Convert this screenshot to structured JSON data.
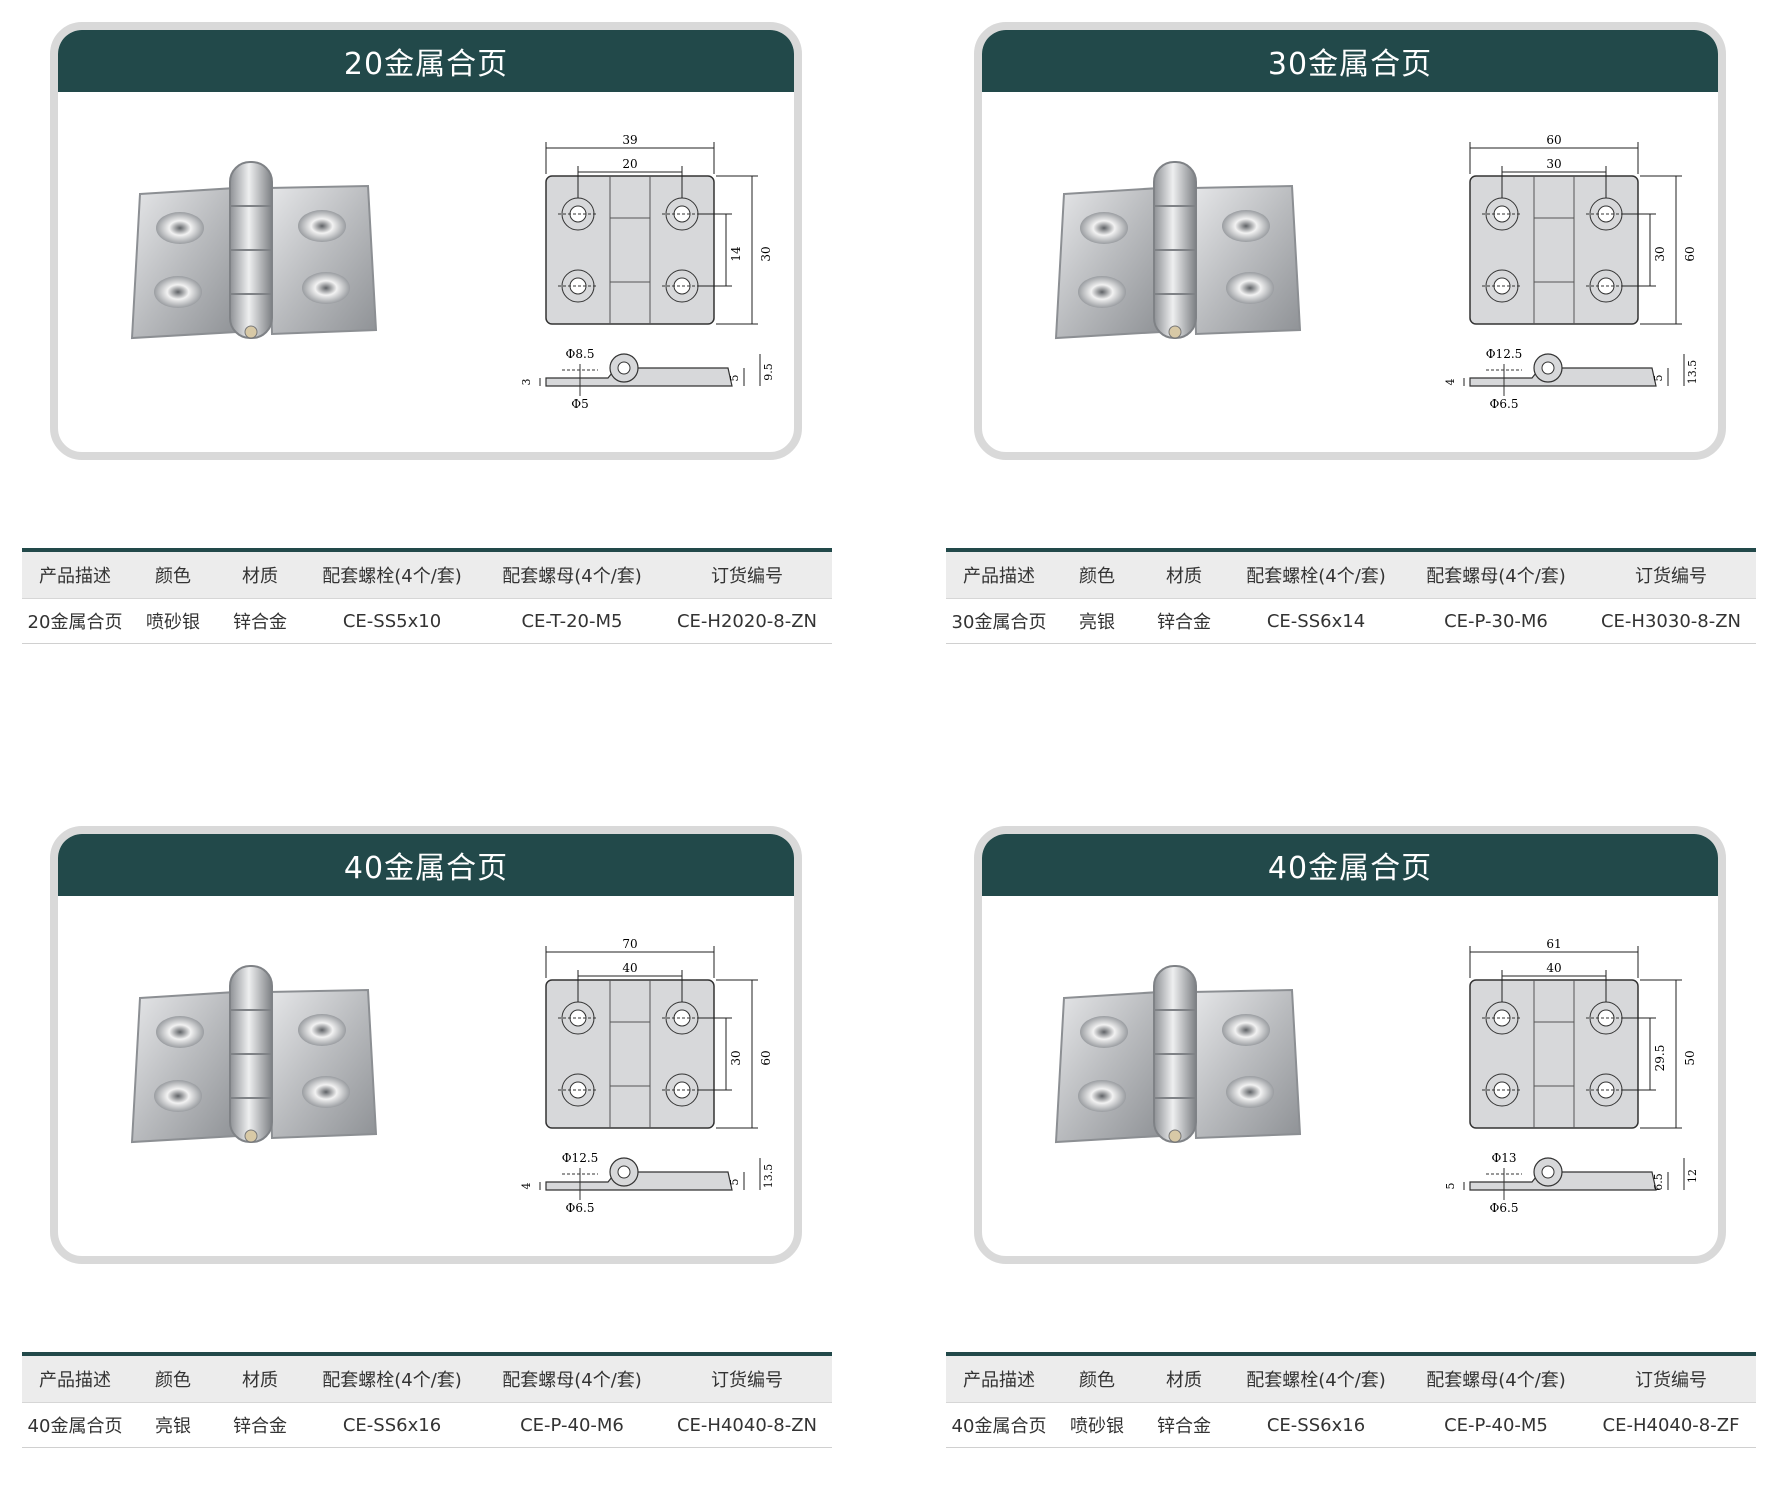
{
  "colors": {
    "header_bg": "#22494a",
    "card_border": "#d9d9d9",
    "table_head_bg": "#ececec"
  },
  "columns": [
    "产品描述",
    "颜色",
    "材质",
    "配套螺栓(4个/套)",
    "配套螺母(4个/套)",
    "订货编号"
  ],
  "products": [
    {
      "title": "20金属合页",
      "drawing": {
        "w_outer": "39",
        "w_inner": "20",
        "h_inner": "14",
        "h_outer": "30",
        "d_top": "Φ8.5",
        "d_bot": "Φ5",
        "t": "3",
        "k": "5",
        "h_side": "9.5"
      },
      "row": [
        "20金属合页",
        "喷砂银",
        "锌合金",
        "CE-SS5x10",
        "CE-T-20-M5",
        "CE-H2020-8-ZN"
      ]
    },
    {
      "title": "30金属合页",
      "drawing": {
        "w_outer": "60",
        "w_inner": "30",
        "h_inner": "30",
        "h_outer": "60",
        "d_top": "Φ12.5",
        "d_bot": "Φ6.5",
        "t": "4",
        "k": "5",
        "h_side": "13.5"
      },
      "row": [
        "30金属合页",
        "亮银",
        "锌合金",
        "CE-SS6x14",
        "CE-P-30-M6",
        "CE-H3030-8-ZN"
      ]
    },
    {
      "title": "40金属合页",
      "drawing": {
        "w_outer": "70",
        "w_inner": "40",
        "h_inner": "30",
        "h_outer": "60",
        "d_top": "Φ12.5",
        "d_bot": "Φ6.5",
        "t": "4",
        "k": "5",
        "h_side": "13.5"
      },
      "row": [
        "40金属合页",
        "亮银",
        "锌合金",
        "CE-SS6x16",
        "CE-P-40-M6",
        "CE-H4040-8-ZN"
      ]
    },
    {
      "title": "40金属合页",
      "drawing": {
        "w_outer": "61",
        "w_inner": "40",
        "h_inner": "29.5",
        "h_outer": "50",
        "d_top": "Φ13",
        "d_bot": "Φ6.5",
        "t": "5",
        "k": "6.5",
        "h_side": "12"
      },
      "row": [
        "40金属合页",
        "喷砂银",
        "锌合金",
        "CE-SS6x16",
        "CE-P-40-M5",
        "CE-H4040-8-ZF"
      ]
    }
  ]
}
